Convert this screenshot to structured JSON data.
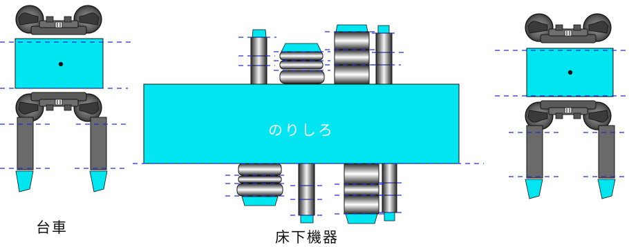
{
  "labels": {
    "bogie": "台車",
    "underfloor": "床下機器",
    "glue_tab": "のりしろ"
  },
  "colors": {
    "cyan": "#00e5f0",
    "guide_line": "#1f2fd0",
    "wheel": "#6a6a6a",
    "frame": "#555555",
    "outline": "#111111"
  }
}
